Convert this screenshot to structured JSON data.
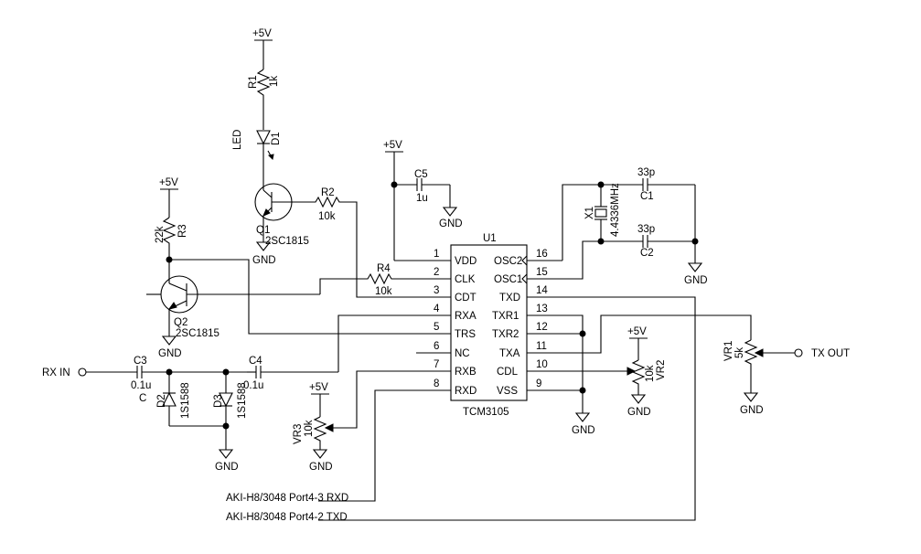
{
  "ic": {
    "ref": "U1",
    "part": "TCM3105",
    "pins_left": [
      {
        "num": "1",
        "name": "VDD"
      },
      {
        "num": "2",
        "name": "CLK"
      },
      {
        "num": "3",
        "name": "CDT"
      },
      {
        "num": "4",
        "name": "RXA"
      },
      {
        "num": "5",
        "name": "TRS"
      },
      {
        "num": "6",
        "name": "NC"
      },
      {
        "num": "7",
        "name": "RXB"
      },
      {
        "num": "8",
        "name": "RXD"
      }
    ],
    "pins_right": [
      {
        "num": "16",
        "name": "OSC2"
      },
      {
        "num": "15",
        "name": "OSC1"
      },
      {
        "num": "14",
        "name": "TXD"
      },
      {
        "num": "13",
        "name": "TXR1"
      },
      {
        "num": "12",
        "name": "TXR2"
      },
      {
        "num": "11",
        "name": "TXA"
      },
      {
        "num": "10",
        "name": "CDL"
      },
      {
        "num": "9",
        "name": "VSS"
      }
    ]
  },
  "supply": "+5V",
  "ground": "GND",
  "components": {
    "r1": {
      "ref": "R1",
      "value": "1k"
    },
    "d1": {
      "ref": "D1",
      "label": "LED"
    },
    "q1": {
      "ref": "Q1",
      "part": "2SC1815"
    },
    "r2": {
      "ref": "R2",
      "value": "10k"
    },
    "r3": {
      "ref": "R3",
      "value": "22k"
    },
    "q2": {
      "ref": "Q2",
      "part": "2SC1815"
    },
    "r4": {
      "ref": "R4",
      "value": "10k"
    },
    "c5": {
      "ref": "C5",
      "value": "1u"
    },
    "c1": {
      "ref": "C1",
      "value": "33p"
    },
    "c2": {
      "ref": "C2",
      "value": "33p"
    },
    "x1": {
      "ref": "X1",
      "value": "4.4336MHz"
    },
    "c3": {
      "ref": "C3",
      "value": "0.1u",
      "extra": "C"
    },
    "c4": {
      "ref": "C4",
      "value": "0.1u"
    },
    "d2": {
      "ref": "D2",
      "part": "1S1588"
    },
    "d3": {
      "ref": "D3",
      "part": "1S1588"
    },
    "vr1": {
      "ref": "VR1",
      "value": "5k"
    },
    "vr2": {
      "ref": "VR2",
      "value": "10k"
    },
    "vr3": {
      "ref": "VR3",
      "value": "10k"
    }
  },
  "ports": {
    "rx_in": "RX IN",
    "tx_out": "TX OUT",
    "port_rxd": "AKI-H8/3048 Port4-3 RXD",
    "port_txd": "AKI-H8/3048 Port4-2 TXD"
  }
}
